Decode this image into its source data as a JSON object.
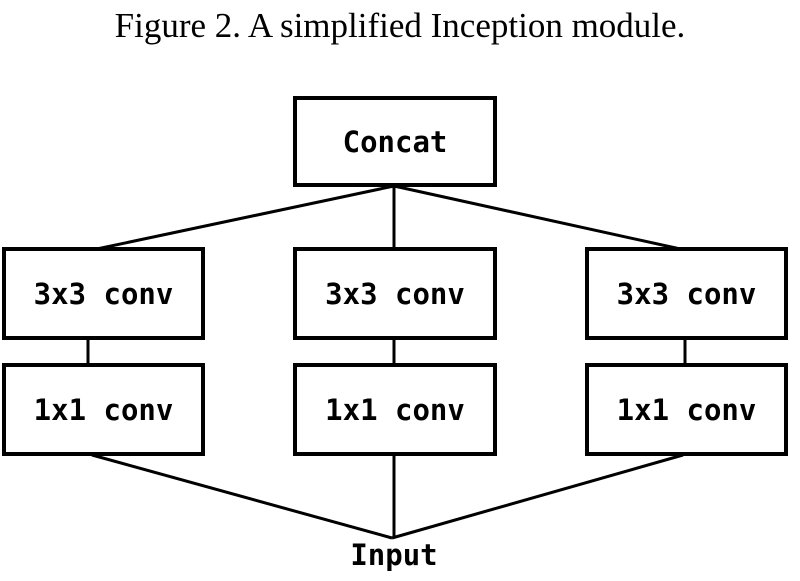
{
  "caption": "Figure 2. A simplified Inception module.",
  "nodes": {
    "concat": "Concat",
    "branch_left": {
      "top": "3x3 conv",
      "bottom": "1x1 conv"
    },
    "branch_middle": {
      "top": "3x3 conv",
      "bottom": "1x1 conv"
    },
    "branch_right": {
      "top": "3x3 conv",
      "bottom": "1x1 conv"
    },
    "input": "Input"
  },
  "colors": {
    "stroke": "#000000",
    "background": "#ffffff",
    "text": "#000000"
  }
}
